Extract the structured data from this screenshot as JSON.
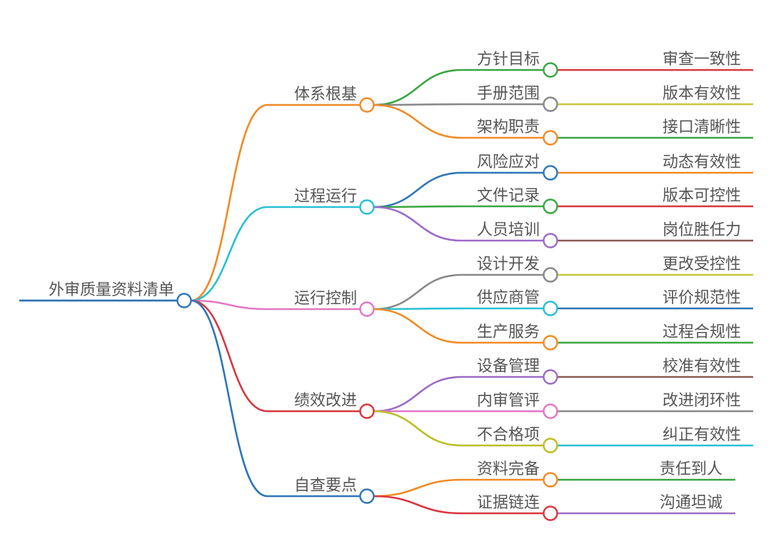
{
  "root": {
    "label": "外审质量资料清单",
    "color": "#2e75b6"
  },
  "branches": [
    {
      "label": "体系根基",
      "color": "#f28a24",
      "children": [
        {
          "label": "方针目标",
          "color": "#3aa542",
          "leaf": "审查一致性",
          "leaf_color": "#d9363e"
        },
        {
          "label": "手册范围",
          "color": "#888888",
          "leaf": "版本有效性",
          "leaf_color": "#c5c53a"
        },
        {
          "label": "架构职责",
          "color": "#f28a24",
          "leaf": "接口清晰性",
          "leaf_color": "#3aa542"
        }
      ]
    },
    {
      "label": "过程运行",
      "color": "#27c0d4",
      "children": [
        {
          "label": "风险应对",
          "color": "#2e75b6",
          "leaf": "动态有效性",
          "leaf_color": "#f28a24"
        },
        {
          "label": "文件记录",
          "color": "#3aa542",
          "leaf": "版本可控性",
          "leaf_color": "#d9363e"
        },
        {
          "label": "人员培训",
          "color": "#9b6bc7",
          "leaf": "岗位胜任力",
          "leaf_color": "#8c5a52"
        }
      ]
    },
    {
      "label": "运行控制",
      "color": "#e377c2",
      "children": [
        {
          "label": "设计开发",
          "color": "#888888",
          "leaf": "更改受控性",
          "leaf_color": "#c5c53a"
        },
        {
          "label": "供应商管",
          "color": "#27c0d4",
          "leaf": "评价规范性",
          "leaf_color": "#2e75b6"
        },
        {
          "label": "生产服务",
          "color": "#f28a24",
          "leaf": "过程合规性",
          "leaf_color": "#3aa542"
        }
      ]
    },
    {
      "label": "绩效改进",
      "color": "#d9363e",
      "children": [
        {
          "label": "设备管理",
          "color": "#9b6bc7",
          "leaf": "校准有效性",
          "leaf_color": "#8c5a52"
        },
        {
          "label": "内审管评",
          "color": "#e377c2",
          "leaf": "改进闭环性",
          "leaf_color": "#888888"
        },
        {
          "label": "不合格项",
          "color": "#bcbd22",
          "leaf": "纠正有效性",
          "leaf_color": "#27c0d4"
        }
      ]
    },
    {
      "label": "自查要点",
      "color": "#2e75b6",
      "children": [
        {
          "label": "资料完备",
          "color": "#f28a24",
          "leaf": "责任到人",
          "leaf_color": "#3aa542"
        },
        {
          "label": "证据链连",
          "color": "#d9363e",
          "leaf": "沟通坦诚",
          "leaf_color": "#9b6bc7"
        }
      ]
    }
  ]
}
